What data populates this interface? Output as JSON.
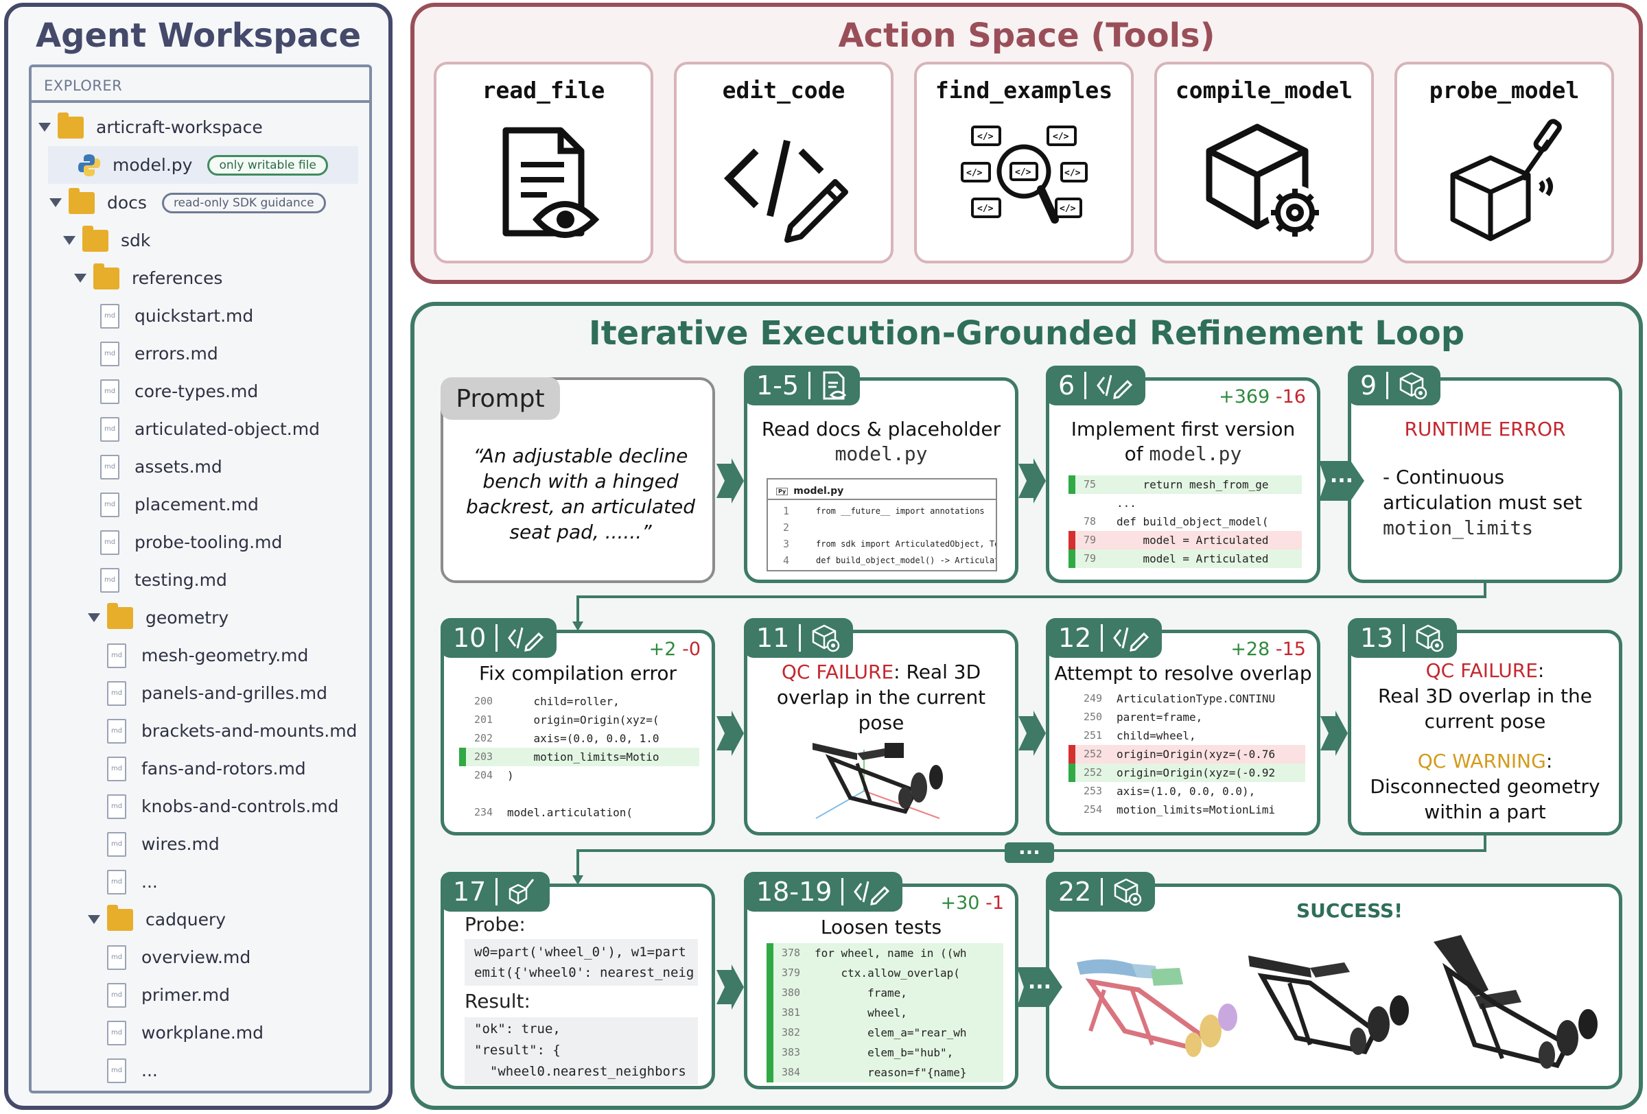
{
  "workspace": {
    "title": "Agent Workspace",
    "explorer_label": "EXPLORER",
    "tree": [
      {
        "label": "articraft-workspace",
        "kind": "folder",
        "indent": 0
      },
      {
        "label": "model.py",
        "kind": "py",
        "indent": 1,
        "pill": "only writable file"
      },
      {
        "label": "docs",
        "kind": "folder",
        "indent": 1,
        "pill": "read-only SDK guidance"
      },
      {
        "label": "sdk",
        "kind": "folder",
        "indent": 2
      },
      {
        "label": "references",
        "kind": "folder",
        "indent": 3
      },
      {
        "label": "quickstart.md",
        "kind": "md",
        "indent": 4
      },
      {
        "label": "errors.md",
        "kind": "md",
        "indent": 4
      },
      {
        "label": "core-types.md",
        "kind": "md",
        "indent": 4
      },
      {
        "label": "articulated-object.md",
        "kind": "md",
        "indent": 4
      },
      {
        "label": "assets.md",
        "kind": "md",
        "indent": 4
      },
      {
        "label": "placement.md",
        "kind": "md",
        "indent": 4
      },
      {
        "label": "probe-tooling.md",
        "kind": "md",
        "indent": 4
      },
      {
        "label": "testing.md",
        "kind": "md",
        "indent": 4
      },
      {
        "label": "geometry",
        "kind": "folder",
        "indent": 4
      },
      {
        "label": "mesh-geometry.md",
        "kind": "md",
        "indent": 5
      },
      {
        "label": "panels-and-grilles.md",
        "kind": "md",
        "indent": 5
      },
      {
        "label": "brackets-and-mounts.md",
        "kind": "md",
        "indent": 5
      },
      {
        "label": "fans-and-rotors.md",
        "kind": "md",
        "indent": 5
      },
      {
        "label": "knobs-and-controls.md",
        "kind": "md",
        "indent": 5
      },
      {
        "label": "wires.md",
        "kind": "md",
        "indent": 5
      },
      {
        "label": "...",
        "kind": "md",
        "indent": 5
      },
      {
        "label": "cadquery",
        "kind": "folder",
        "indent": 4
      },
      {
        "label": "overview.md",
        "kind": "md",
        "indent": 5
      },
      {
        "label": "primer.md",
        "kind": "md",
        "indent": 5
      },
      {
        "label": "workplane.md",
        "kind": "md",
        "indent": 5
      },
      {
        "label": "...",
        "kind": "md",
        "indent": 5
      }
    ],
    "md_tag": "md"
  },
  "action_space": {
    "title": "Action Space (Tools)",
    "tools": [
      {
        "name": "read_file",
        "icon": "document-eye-icon"
      },
      {
        "name": "edit_code",
        "icon": "code-pencil-icon"
      },
      {
        "name": "find_examples",
        "icon": "code-search-icon"
      },
      {
        "name": "compile_model",
        "icon": "cube-gear-icon"
      },
      {
        "name": "probe_model",
        "icon": "cube-probe-icon"
      }
    ]
  },
  "loop": {
    "title": "Iterative Execution-Grounded Refinement Loop",
    "prompt": {
      "label": "Prompt",
      "text": "“An adjustable decline bench with a hinged backrest, an articulated seat pad, ......”"
    },
    "s1": {
      "badge": "1-5",
      "title": "Read docs & placeholder",
      "title_mono": "model.py",
      "file_tab": "model.py",
      "lines": [
        {
          "n": "1",
          "code": "from __future__ import annotations"
        },
        {
          "n": "2",
          "code": ""
        },
        {
          "n": "3",
          "code": "from sdk import ArticulatedObject, Te"
        },
        {
          "n": "4",
          "code": "def build_object_model() -> Articulat"
        }
      ]
    },
    "s6": {
      "badge": "6",
      "add": "+369",
      "del": "-16",
      "title": "Implement first version",
      "title_pre": "of",
      "title_mono": "model.py",
      "lines": [
        {
          "n": "75",
          "code": "    return mesh_from_ge",
          "t": "g"
        },
        {
          "n": "",
          "code": "...",
          "t": ""
        },
        {
          "n": "78",
          "code": "def build_object_model(",
          "t": ""
        },
        {
          "n": "79",
          "code": "    model = Articulated",
          "t": "r"
        },
        {
          "n": "79",
          "code": "    model = Articulated",
          "t": "g"
        }
      ]
    },
    "s9": {
      "badge": "9",
      "error_title": "RUNTIME ERROR",
      "text": "- Continuous articulation must set",
      "mono": "motion_limits"
    },
    "s10": {
      "badge": "10",
      "add": "+2",
      "del": "-0",
      "title": "Fix compilation error",
      "lines": [
        {
          "n": "200",
          "code": "    child=roller,",
          "t": ""
        },
        {
          "n": "201",
          "code": "    origin=Origin(xyz=(",
          "t": ""
        },
        {
          "n": "202",
          "code": "    axis=(0.0, 0.0, 1.0",
          "t": ""
        },
        {
          "n": "203",
          "code": "    motion_limits=Motio",
          "t": "g"
        },
        {
          "n": "204",
          "code": ")",
          "t": ""
        },
        {
          "n": "",
          "code": "",
          "t": ""
        },
        {
          "n": "234",
          "code": "model.articulation(",
          "t": ""
        }
      ]
    },
    "s11": {
      "badge": "11",
      "fail": "QC FAILURE",
      "text": ": Real 3D overlap in the current pose"
    },
    "s12": {
      "badge": "12",
      "add": "+28",
      "del": "-15",
      "title": "Attempt to resolve overlap",
      "lines": [
        {
          "n": "249",
          "code": "ArticulationType.CONTINU",
          "t": ""
        },
        {
          "n": "250",
          "code": "parent=frame,",
          "t": ""
        },
        {
          "n": "251",
          "code": "child=wheel,",
          "t": ""
        },
        {
          "n": "252",
          "code": "origin=Origin(xyz=(-0.76",
          "t": "r"
        },
        {
          "n": "252",
          "code": "origin=Origin(xyz=(-0.92",
          "t": "g"
        },
        {
          "n": "253",
          "code": "axis=(1.0, 0.0, 0.0),",
          "t": ""
        },
        {
          "n": "254",
          "code": "motion_limits=MotionLimi",
          "t": ""
        }
      ]
    },
    "s13": {
      "badge": "13",
      "fail": "QC FAILURE",
      "fail_text": "Real 3D overlap in the current pose",
      "warn": "QC WARNING",
      "warn_text": "Disconnected geometry within a part"
    },
    "s17": {
      "badge": "17",
      "probe_label": "Probe:",
      "probe_lines": [
        "w0=part('wheel_0'), w1=part",
        "emit({'wheel0': nearest_neig"
      ],
      "result_label": "Result:",
      "result_lines": [
        "\"ok\": true,",
        "\"result\": {",
        "  \"wheel0.nearest_neighbors"
      ]
    },
    "s18": {
      "badge": "18-19",
      "add": "+30",
      "del": "-1",
      "title": "Loosen tests",
      "lines": [
        {
          "n": "378",
          "code": "for wheel, name in ((wh",
          "t": "g"
        },
        {
          "n": "379",
          "code": "    ctx.allow_overlap(",
          "t": "g"
        },
        {
          "n": "380",
          "code": "        frame,",
          "t": "g"
        },
        {
          "n": "381",
          "code": "        wheel,",
          "t": "g"
        },
        {
          "n": "382",
          "code": "        elem_a=\"rear_wh",
          "t": "g"
        },
        {
          "n": "383",
          "code": "        elem_b=\"hub\",",
          "t": "g"
        },
        {
          "n": "384",
          "code": "        reason=f\"{name}",
          "t": "g"
        }
      ]
    },
    "s22": {
      "badge": "22",
      "title": "SUCCESS!"
    },
    "ellipsis": "..."
  },
  "colors": {
    "workspace": "#45496a",
    "tools": "#9a4f58",
    "loop": "#3e7a66",
    "error": "#c4272f",
    "warning": "#d39b1c"
  }
}
